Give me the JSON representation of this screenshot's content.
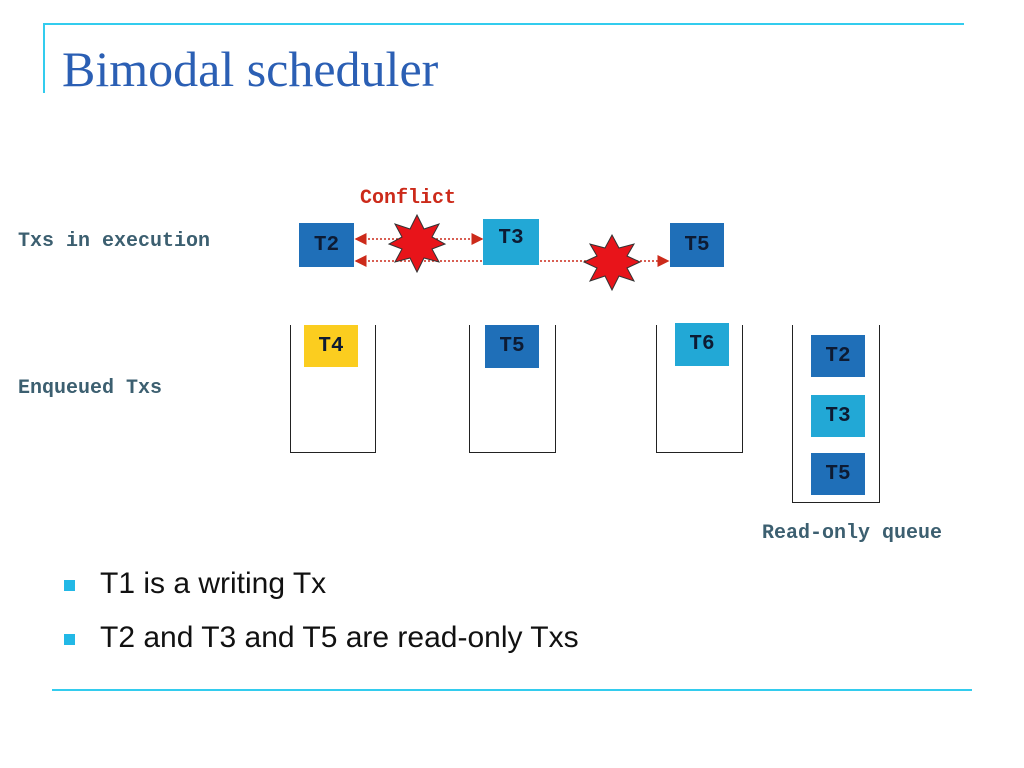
{
  "slide": {
    "title": "Bimodal scheduler",
    "accent_color": "#33ccee",
    "title_color": "#2b5fb4"
  },
  "diagram": {
    "conflict_label": "Conflict",
    "row_labels": {
      "execution": "Txs in execution",
      "enqueued": "Enqueued Txs"
    },
    "executing": [
      {
        "label": "T2",
        "shade": "dark"
      },
      {
        "label": "T3",
        "shade": "light"
      },
      {
        "label": "T5",
        "shade": "dark"
      }
    ],
    "queues": [
      {
        "items": [
          {
            "label": "T4",
            "shade": "yellow"
          }
        ]
      },
      {
        "items": [
          {
            "label": "T5",
            "shade": "dark"
          }
        ]
      },
      {
        "items": [
          {
            "label": "T6",
            "shade": "light"
          }
        ]
      },
      {
        "items": [
          {
            "label": "T2",
            "shade": "dark"
          },
          {
            "label": "T3",
            "shade": "light"
          },
          {
            "label": "T5",
            "shade": "dark"
          }
        ]
      }
    ],
    "read_only_queue_label": "Read-only queue",
    "colors": {
      "dark": "#1f6fb8",
      "light": "#22a8d6",
      "yellow": "#fbcd1f",
      "conflict": "#cc2a1a",
      "burst": "#e8141a"
    }
  },
  "bullets": [
    "T1 is a writing Tx",
    "T2 and T3 and T5 are read-only Txs"
  ]
}
